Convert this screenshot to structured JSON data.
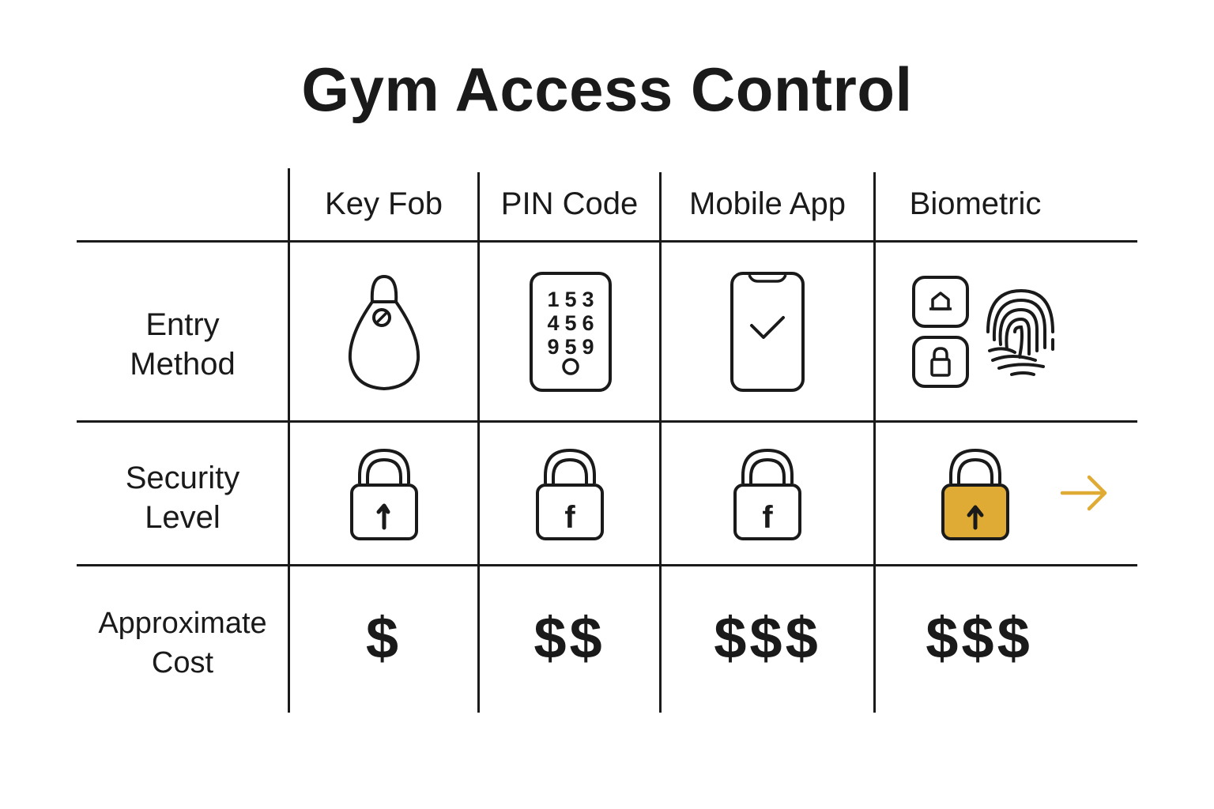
{
  "title": "Gym Access Control",
  "columns": [
    {
      "label": "Key Fob"
    },
    {
      "label": "PIN Code"
    },
    {
      "label": "Mobile App"
    },
    {
      "label": "Biometric"
    }
  ],
  "rows": [
    {
      "label_line1": "Entry",
      "label_line2": "Method"
    },
    {
      "label_line1": "Security",
      "label_line2": "Level"
    },
    {
      "label_line1": "Approximate",
      "label_line2": "Cost"
    }
  ],
  "entry_method": {
    "key_fob": {
      "icon": "key-fob-icon"
    },
    "pin_code": {
      "icon": "keypad-icon",
      "keys": [
        "1",
        "5",
        "3",
        "4",
        "5",
        "6",
        "9",
        "5",
        "9"
      ]
    },
    "mobile_app": {
      "icon": "smartphone-check-icon"
    },
    "biometric": {
      "icons": [
        "home-button-icon",
        "padlock-button-icon",
        "fingerprint-icon"
      ]
    }
  },
  "security_level": [
    {
      "icon": "padlock-icon",
      "glyph": "arrow-up",
      "highlight": false
    },
    {
      "icon": "padlock-icon",
      "glyph": "f",
      "highlight": false
    },
    {
      "icon": "padlock-icon",
      "glyph": "f",
      "highlight": false
    },
    {
      "icon": "padlock-icon",
      "glyph": "arrow-up",
      "highlight": true
    }
  ],
  "cost": [
    "$",
    "$$",
    "$$$",
    "$$$"
  ],
  "colors": {
    "ink": "#1a1a1a",
    "accent": "#e0ab35",
    "background": "#ffffff"
  }
}
